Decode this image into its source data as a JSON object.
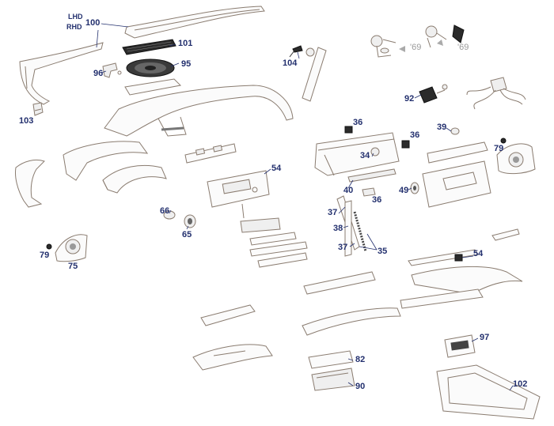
{
  "colors": {
    "callout": "#23306e",
    "outline": "#8a7c70",
    "year_mark": "#9a9a9a"
  },
  "callouts": {
    "lhd": "LHD",
    "rhd": "RHD",
    "p100": "100",
    "p101": "101",
    "p95": "95",
    "p96": "96",
    "p103": "103",
    "p104": "104",
    "p92": "92",
    "p36a": "36",
    "p36b": "36",
    "p36c": "36",
    "p39": "39",
    "p79a": "79",
    "p34": "34",
    "p54a": "54",
    "p40": "40",
    "p49": "49",
    "p66": "66",
    "p65": "65",
    "p37a": "37",
    "p38": "38",
    "p37b": "37",
    "p35": "35",
    "p79b": "79",
    "p75": "75",
    "p54b": "54",
    "p97": "97",
    "p82": "82",
    "p90": "90",
    "p102": "102"
  },
  "year_marks": {
    "left": "'69",
    "right": "'69"
  },
  "icons": {
    "dash_pad": "dashboard-pad-icon",
    "speaker_grille": "speaker-grille-icon",
    "speaker": "speaker-icon",
    "ignition_lock": "ignition-lock-icon",
    "glove_box": "glove-box-icon",
    "radio_console": "radio-console-icon",
    "air_vent": "air-vent-icon",
    "console_tray": "console-tray-icon"
  }
}
